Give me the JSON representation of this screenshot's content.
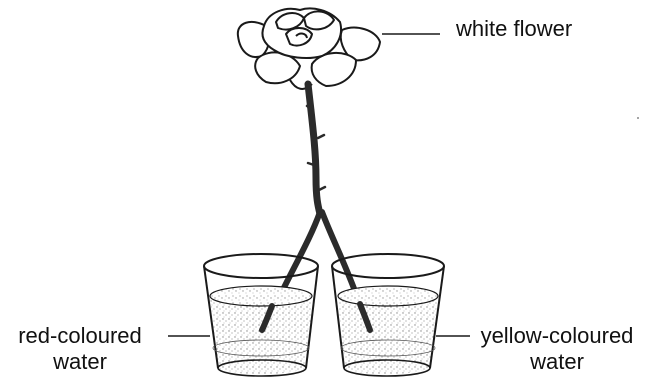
{
  "labels": {
    "flower": "white flower",
    "red_water_line1": "red-coloured",
    "red_water_line2": "water",
    "yellow_water_line1": "yellow-coloured",
    "yellow_water_line2": "water"
  },
  "colors": {
    "ink": "#1a1a1a",
    "stem": "#2b2b2b",
    "water_stipple": "#7a7a7a"
  }
}
